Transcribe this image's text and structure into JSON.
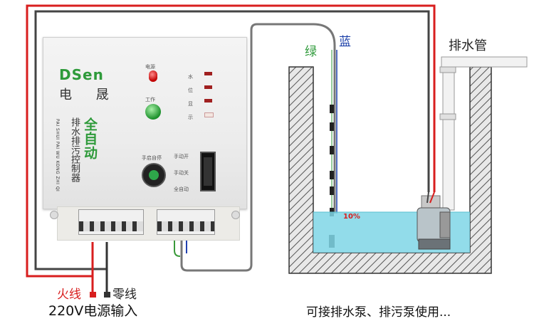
{
  "brand": {
    "logo": "DSen",
    "chinese": "电 晟"
  },
  "box": {
    "product_title": "全自动",
    "product_subtitle": "排水排污控制器",
    "pinyin": "PAI SHUI PAI WU KONG ZHI QI",
    "power_label": "电源",
    "work_label": "工作",
    "level_chars": [
      "水",
      "位",
      "显",
      "示"
    ],
    "button_label": "手启自停",
    "switch_labels": [
      "手动开",
      "手动关",
      "全自动"
    ]
  },
  "labels": {
    "green": "绿",
    "blue": "蓝",
    "drain_pipe": "排水管",
    "percent": "10%",
    "fire_wire": "火线",
    "neutral_wire": "零线",
    "power_input": "220V电源输入",
    "usage_note": "可接排水泵、排污泵使用..."
  },
  "colors": {
    "red_wire": "#d81e1e",
    "dark_wire": "#333333",
    "gray_wire": "#888888",
    "green_text": "#2e9a3a",
    "blue_text": "#1b3fa8",
    "water": "#7fd6e6"
  }
}
